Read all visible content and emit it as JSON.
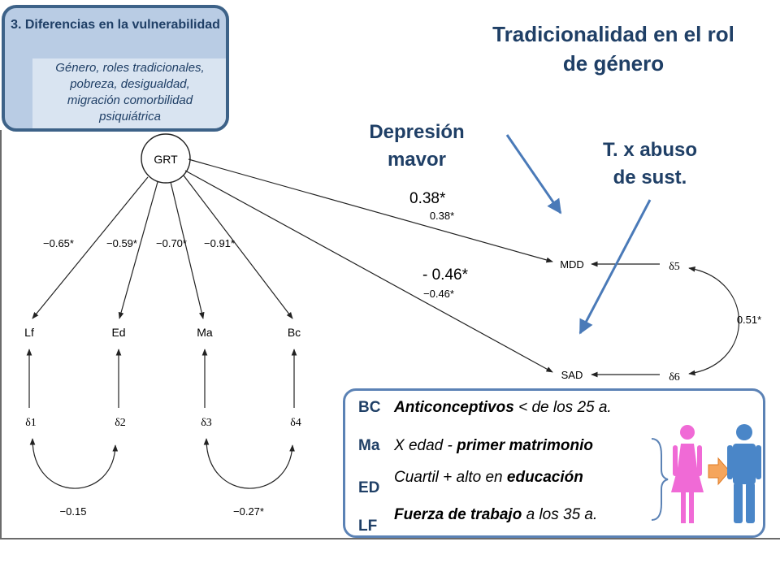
{
  "section": {
    "title": "3. Diferencias en la vulnerabilidad",
    "description": [
      "Género,  roles tradicionales,",
      "pobreza, desigualdad,",
      "migración comorbilidad",
      "psiquiátrica"
    ]
  },
  "headline": [
    "Tradicionalidad en el rol",
    "de género"
  ],
  "callouts": {
    "depression": [
      "Depresión",
      "mavor"
    ],
    "abuse": [
      "T. x abuso",
      "de sust."
    ]
  },
  "overlay_coefficients": {
    "mdd": "0.38*",
    "sad": "- 0.46*"
  },
  "model": {
    "latent": "GRT",
    "indicators": [
      "Lf",
      "Ed",
      "Ma",
      "Bc"
    ],
    "indicator_loadings": [
      "−0.65*",
      "−0.59*",
      "−0.70*",
      "−0.91*"
    ],
    "errors": [
      "δ1",
      "δ2",
      "δ3",
      "δ4"
    ],
    "error_covariances": [
      "−0.15",
      "−0.27*"
    ],
    "outcomes": [
      "MDD",
      "SAD"
    ],
    "outcome_paths": [
      "0.38*",
      "−0.46*"
    ],
    "outcome_errors": [
      "δ5",
      "δ6"
    ],
    "outcome_covariance": "0.51*"
  },
  "legend": {
    "rows": [
      {
        "code": "BC",
        "em": "Anticonceptivos",
        "rest": " < de los 25 a."
      },
      {
        "code": "Ma",
        "pre": "X edad - ",
        "em": "primer matrimonio"
      },
      {
        "code": "ED",
        "pre": "Cuartil + alto en ",
        "em": "educación"
      },
      {
        "code": "LF",
        "em": "Fuerza de trabajo",
        "rest": " a los 35 a."
      }
    ]
  },
  "colors": {
    "dark_blue": "#1f3f66",
    "arrow_blue": "#4a7ab8",
    "female": "#f06ad6",
    "male": "#4a86c8",
    "arrow_orange": "#f5a55c"
  },
  "icons": [
    "female-figure-icon",
    "male-figure-icon",
    "orange-arrow-icon"
  ]
}
